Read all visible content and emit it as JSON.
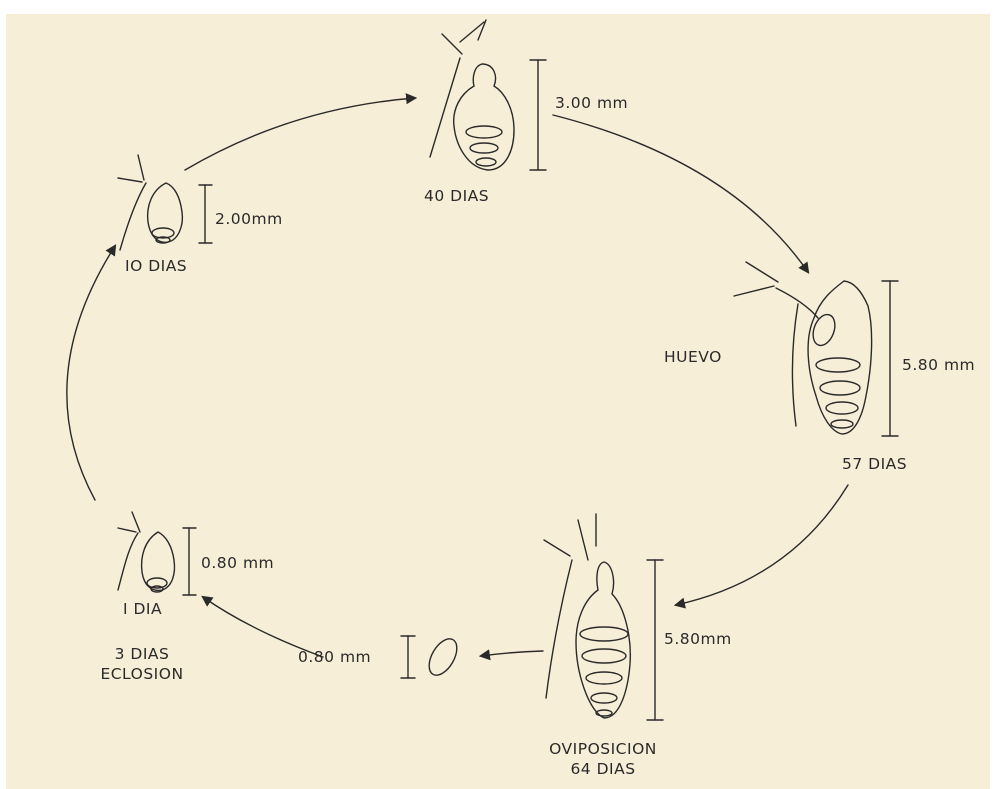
{
  "stages": [
    {
      "id": "1-dia",
      "day_label": "I DIA",
      "size": "0.80 mm"
    },
    {
      "id": "10-dias",
      "day_label": "IO DIAS",
      "size": "2.00mm"
    },
    {
      "id": "40-dias",
      "day_label": "40 DIAS",
      "size": "3.00 mm"
    },
    {
      "id": "57-dias",
      "day_label": "57 DIAS",
      "size": "5.80 mm",
      "extra_label": "HUEVO"
    },
    {
      "id": "64-dias",
      "day_label_line1": "OVIPOSICION",
      "day_label_line2": "64 DIAS",
      "size": "5.80mm"
    }
  ],
  "egg": {
    "size": "0.80 mm"
  },
  "hatching": {
    "line1": "3 DIAS",
    "line2": "ECLOSION"
  },
  "colors": {
    "paper": "#f6eed7",
    "ink": "#2a2a2a"
  }
}
